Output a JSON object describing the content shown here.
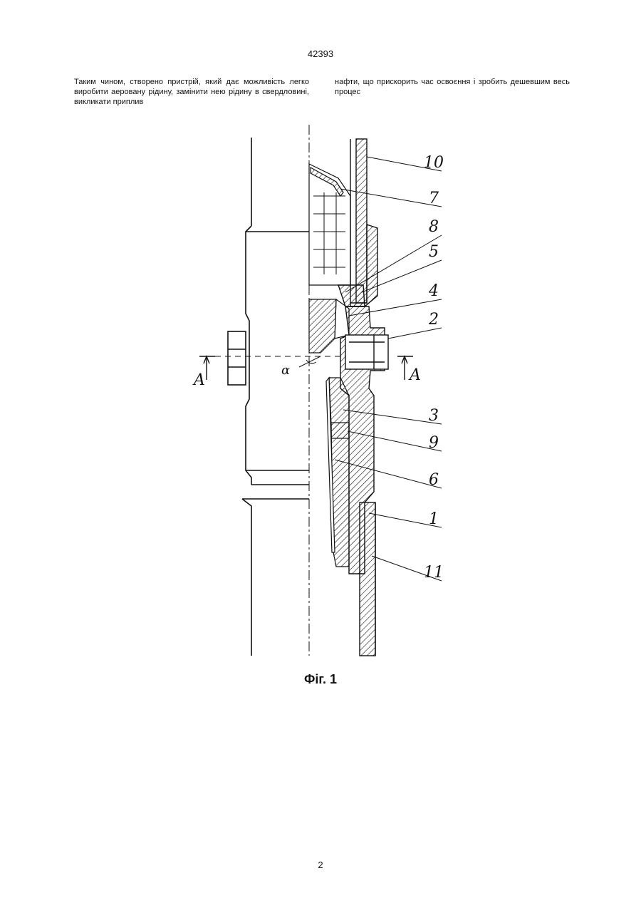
{
  "header": {
    "doc_number": "42393"
  },
  "text": {
    "left": "Таким чином, створено пристрій, який дає можливість легко виробити аеровану рідину, замінити нею рідину в свердловині, викликати приплив",
    "right": "нафти, що прискорить час освоєння і зробить дешевшим весь процес"
  },
  "figure": {
    "labels": [
      "10",
      "7",
      "8",
      "5",
      "4",
      "2",
      "3",
      "9",
      "6",
      "1",
      "11"
    ],
    "section": "A",
    "angle": "α",
    "caption": "Фіг. 1"
  },
  "footer": {
    "page_number": "2"
  }
}
